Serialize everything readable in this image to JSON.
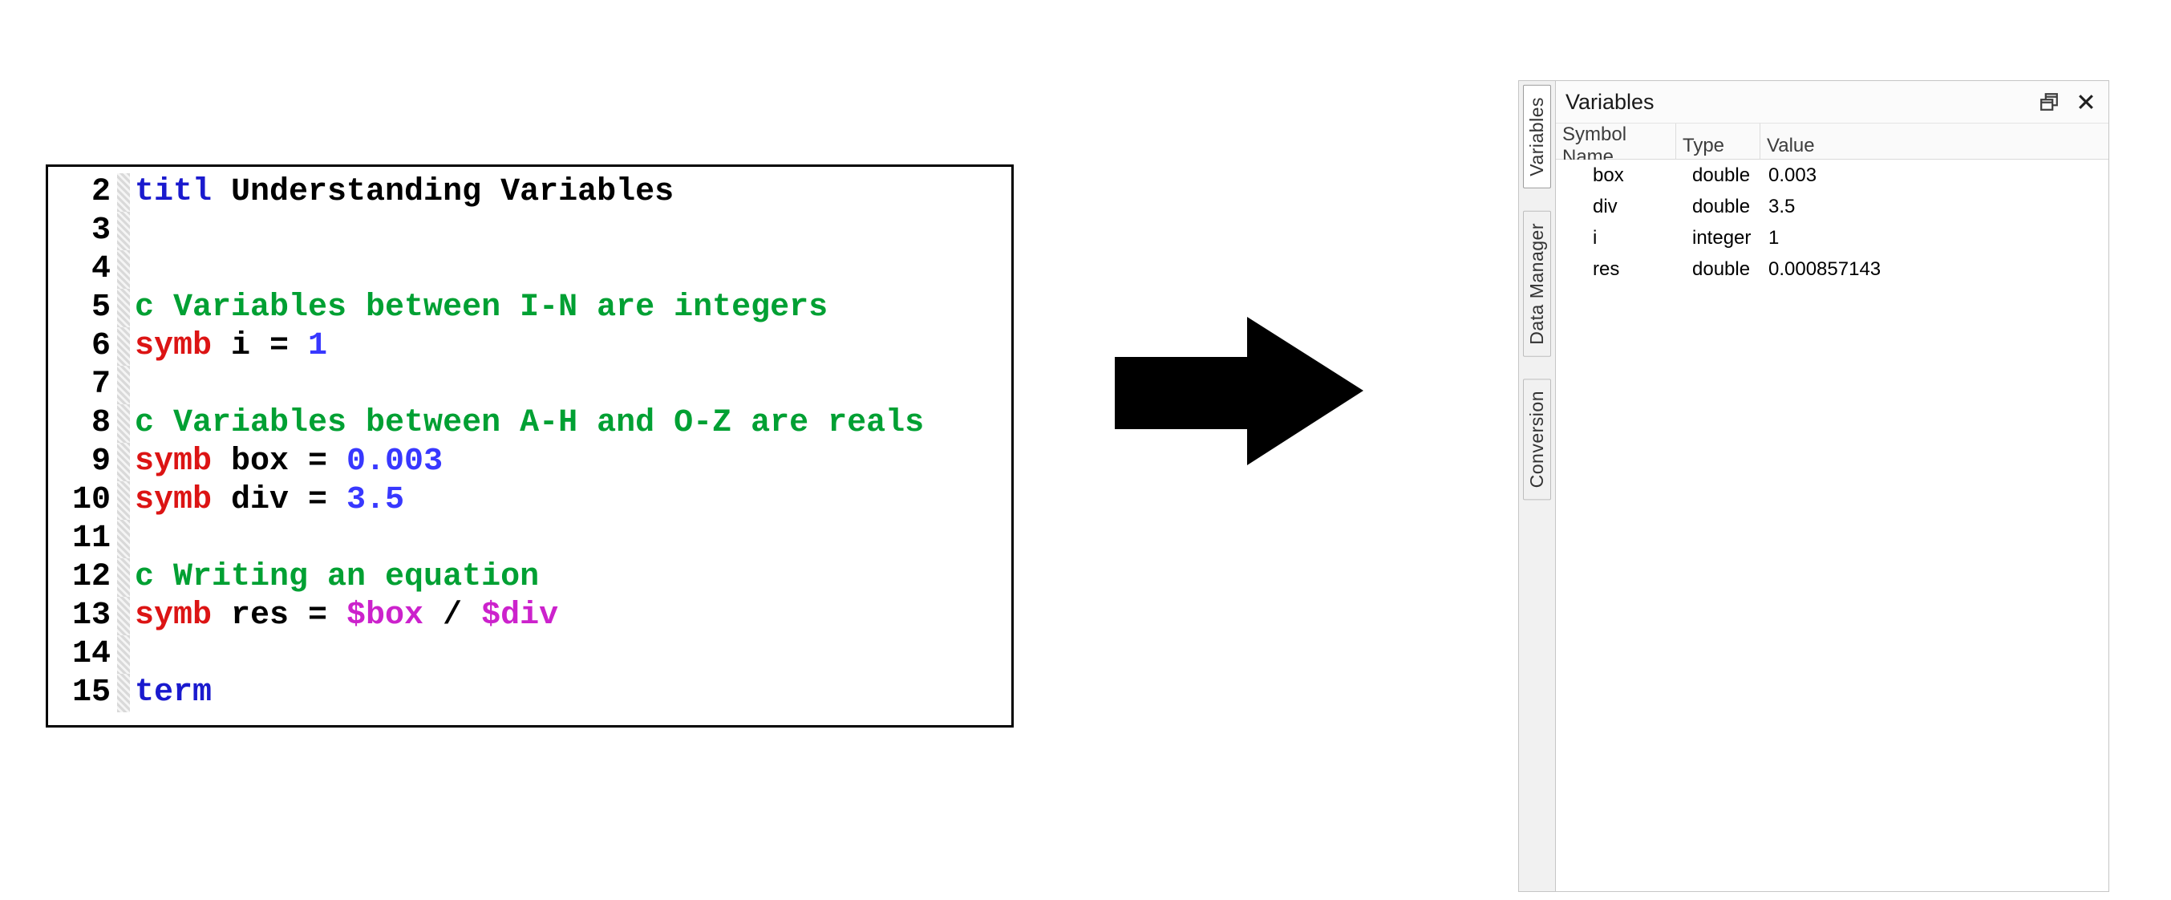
{
  "editor": {
    "token_colors": {
      "kw": "#1A1ACE",
      "comment": "#00A033",
      "symb": "#DC1414",
      "num": "#3838FF",
      "var": "#CC22CC",
      "plain": "#000000"
    },
    "lines": [
      {
        "num": "2",
        "segments": [
          {
            "t": "titl",
            "c": "kw"
          },
          {
            "t": " Understanding Variables",
            "c": "plain"
          }
        ]
      },
      {
        "num": "3",
        "segments": []
      },
      {
        "num": "4",
        "segments": []
      },
      {
        "num": "5",
        "segments": [
          {
            "t": "c Variables between I-N are integers",
            "c": "comment"
          }
        ]
      },
      {
        "num": "6",
        "segments": [
          {
            "t": "symb",
            "c": "symb"
          },
          {
            "t": " i = ",
            "c": "plain"
          },
          {
            "t": "1",
            "c": "num"
          }
        ]
      },
      {
        "num": "7",
        "segments": []
      },
      {
        "num": "8",
        "segments": [
          {
            "t": "c Variables between A-H and O-Z are reals",
            "c": "comment"
          }
        ]
      },
      {
        "num": "9",
        "segments": [
          {
            "t": "symb",
            "c": "symb"
          },
          {
            "t": " box = ",
            "c": "plain"
          },
          {
            "t": "0.003",
            "c": "num"
          }
        ]
      },
      {
        "num": "10",
        "segments": [
          {
            "t": "symb",
            "c": "symb"
          },
          {
            "t": " div = ",
            "c": "plain"
          },
          {
            "t": "3.5",
            "c": "num"
          }
        ]
      },
      {
        "num": "11",
        "segments": []
      },
      {
        "num": "12",
        "segments": [
          {
            "t": "c Writing an equation",
            "c": "comment"
          }
        ]
      },
      {
        "num": "13",
        "segments": [
          {
            "t": "symb",
            "c": "symb"
          },
          {
            "t": " res = ",
            "c": "plain"
          },
          {
            "t": "$box",
            "c": "var"
          },
          {
            "t": " / ",
            "c": "plain"
          },
          {
            "t": "$div",
            "c": "var"
          }
        ]
      },
      {
        "num": "14",
        "segments": []
      },
      {
        "num": "15",
        "segments": [
          {
            "t": "term",
            "c": "kw"
          }
        ]
      }
    ]
  },
  "panel": {
    "title": "Variables",
    "tabs": [
      {
        "label": "Variables",
        "active": true
      },
      {
        "label": "Data Manager",
        "active": false
      },
      {
        "label": "Conversion",
        "active": false
      }
    ],
    "icons": {
      "float": "float-window-icon",
      "close": "close-icon"
    },
    "table": {
      "headers": [
        "Symbol Name",
        "Type",
        "Value"
      ],
      "rows": [
        {
          "symbol": "box",
          "type": "double",
          "value": "0.003"
        },
        {
          "symbol": "div",
          "type": "double",
          "value": "3.5"
        },
        {
          "symbol": "i",
          "type": "integer",
          "value": "1"
        },
        {
          "symbol": "res",
          "type": "double",
          "value": "0.000857143"
        }
      ]
    }
  },
  "colors": {
    "arrow": "#000000",
    "editor_border": "#000000"
  }
}
